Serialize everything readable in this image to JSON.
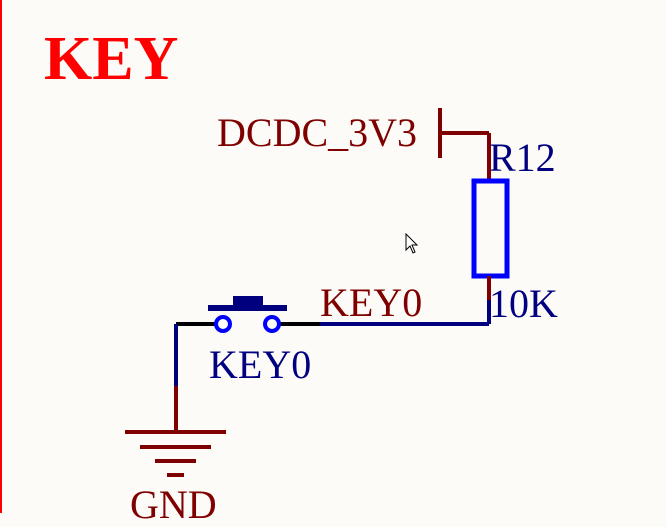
{
  "title": "KEY",
  "power_net": "DCDC_3V3",
  "resistor": {
    "ref": "R12",
    "value": "10K"
  },
  "switch": {
    "ref": "KEY0"
  },
  "net_label": "KEY0",
  "ground_net": "GND",
  "colors": {
    "title": "#ff0000",
    "wire": "#00007f",
    "net": "#7f0000",
    "component": "#0000ff",
    "pin": "#7f0000",
    "border": "#ff0000",
    "text_ref": "#000080"
  }
}
